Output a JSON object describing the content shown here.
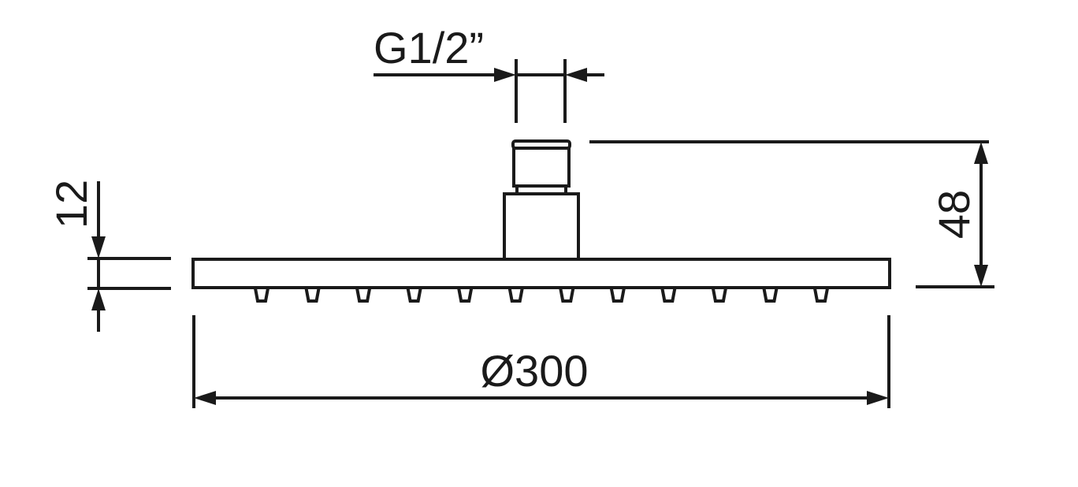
{
  "drawing": {
    "thread_size": "G1/2”",
    "total_height": "48",
    "plate_thickness": "12",
    "diameter": "Ø300",
    "nozzle_count": 12,
    "colors": {
      "line": "#1a1a1a",
      "background": "#ffffff"
    }
  }
}
